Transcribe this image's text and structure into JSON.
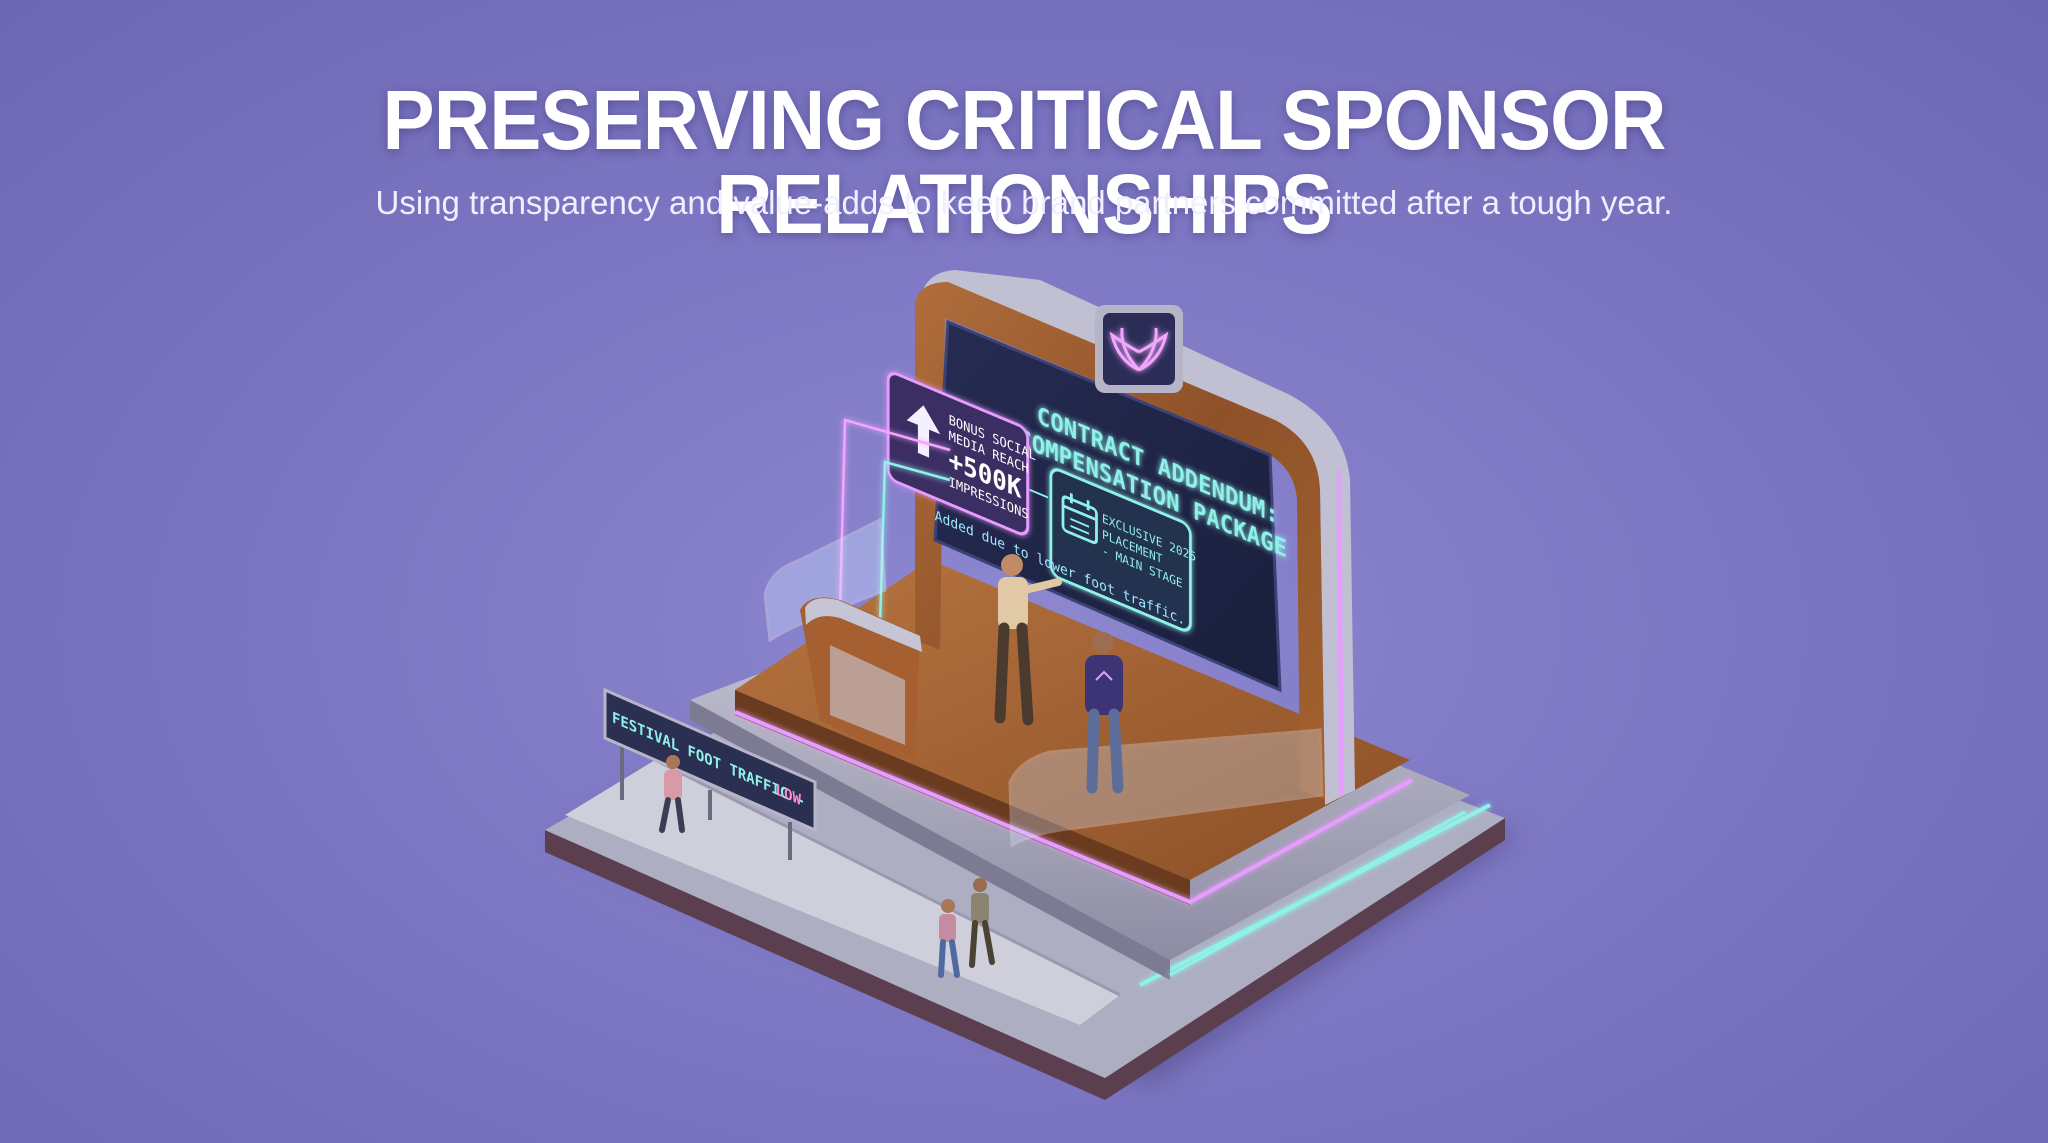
{
  "title": "PRESERVING CRITICAL SPONSOR RELATIONSHIPS",
  "subtitle": "Using transparency and value-adds to keep brand partners committed after a tough year.",
  "screen": {
    "heading_line1": "CONTRACT ADDENDUM:",
    "heading_line2": "COMPENSATION PACKAGE",
    "bonus_card": {
      "line1": "BONUS SOCIAL",
      "line2": "MEDIA REACH",
      "value": "+500K",
      "line3": "IMPRESSIONS"
    },
    "placement_card": {
      "line1": "EXCLUSIVE 2025",
      "line2": "PLACEMENT",
      "line3": "- MAIN STAGE"
    },
    "footnote": "Added due to lower foot traffic."
  },
  "street_sign": {
    "label": "FESTIVAL FOOT TRAFFIC -",
    "status": "LOW"
  },
  "icons": {
    "brand_logo": "wings-logo-icon",
    "up_arrow": "up-arrow-icon",
    "calendar": "calendar-icon"
  },
  "colors": {
    "background": "#7e78c4",
    "neon_pink": "#e79cff",
    "neon_cyan": "#8ff1e8",
    "screen_bg": "#1f2447",
    "wood": "#9a5a30",
    "low_status": "#ff8fd2"
  }
}
